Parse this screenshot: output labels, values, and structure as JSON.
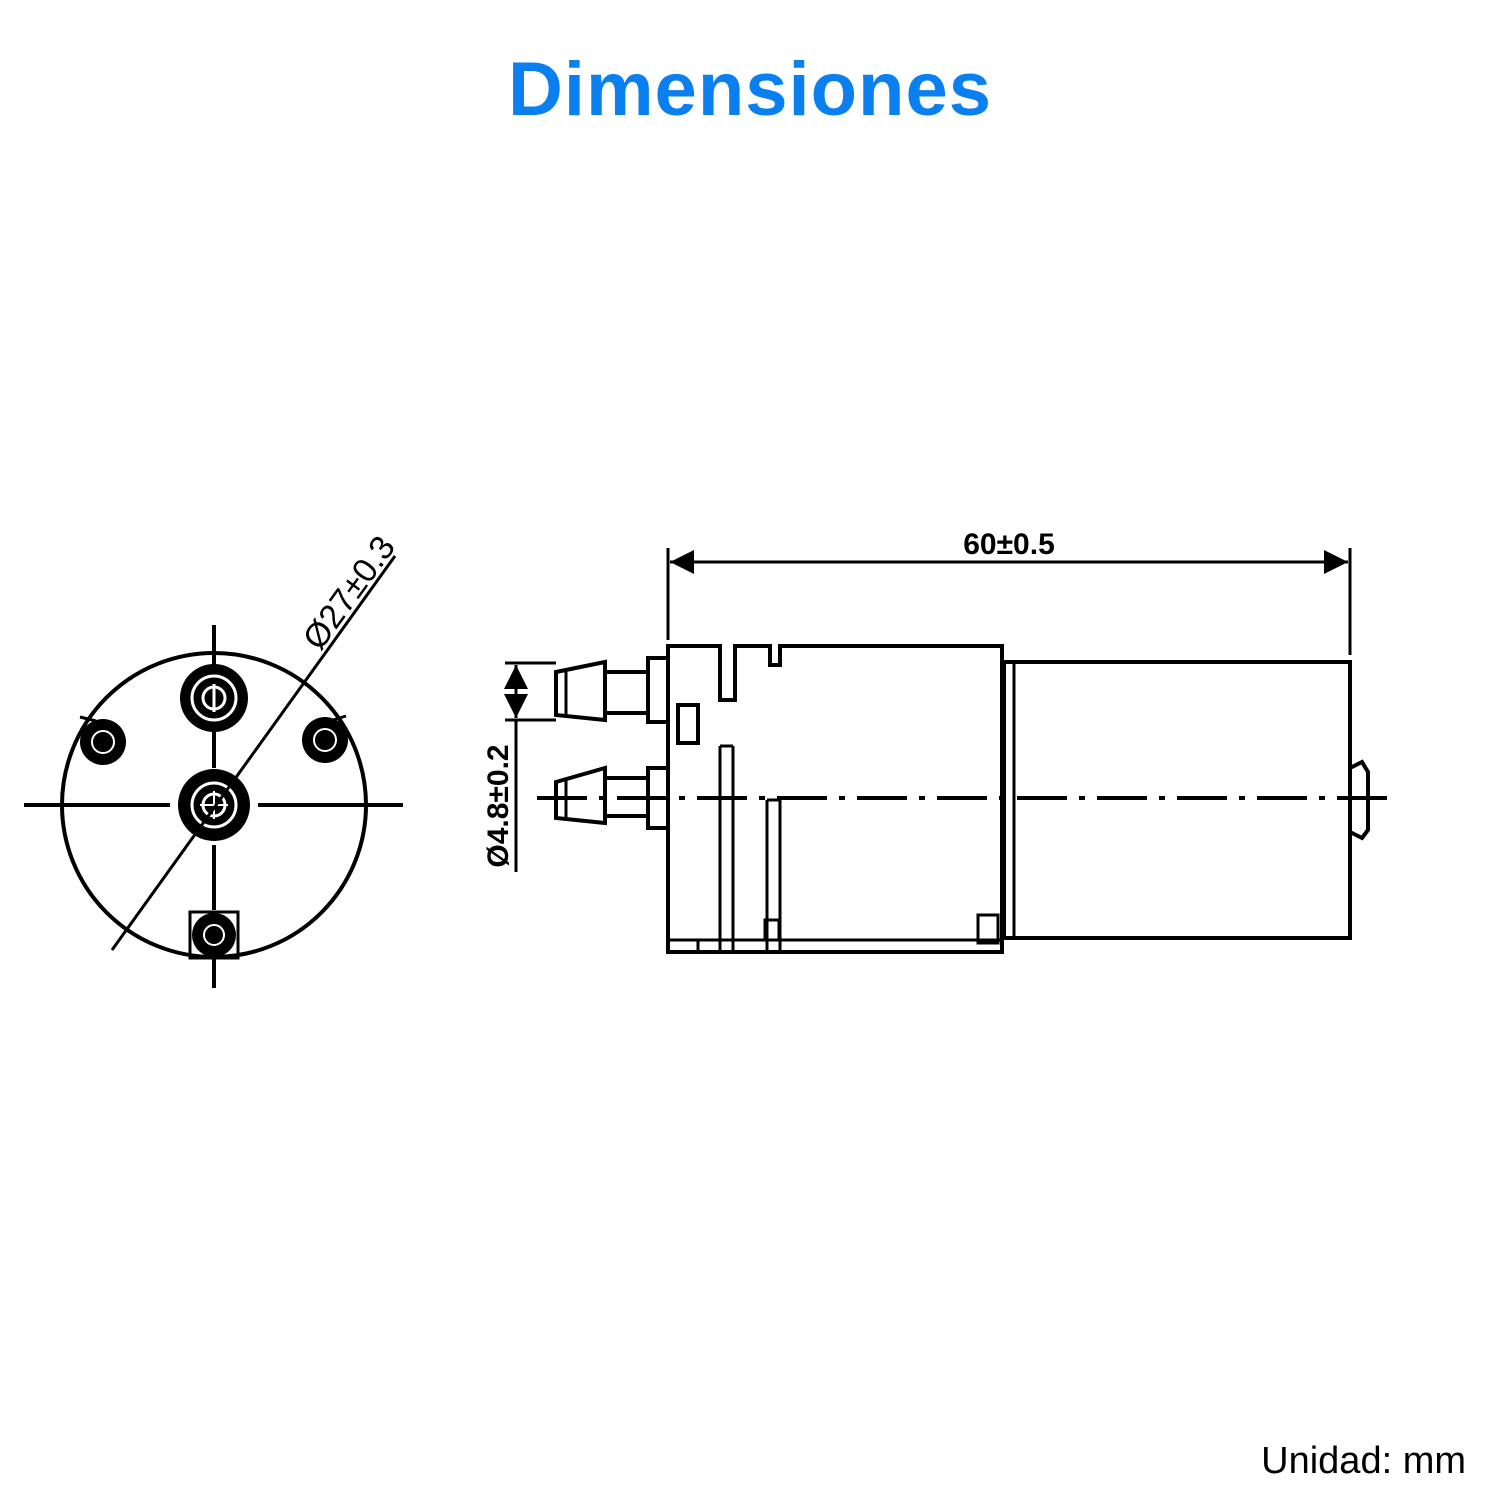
{
  "title": "Dimensiones",
  "unit_note": "Unidad: mm",
  "colors": {
    "title": "#0a7ff0",
    "lines": "#000000"
  },
  "dimensions": {
    "outer_diameter": "Ø27±0.3",
    "length": "60±0.5",
    "port_diameter": "Ø4.8±0.2"
  }
}
